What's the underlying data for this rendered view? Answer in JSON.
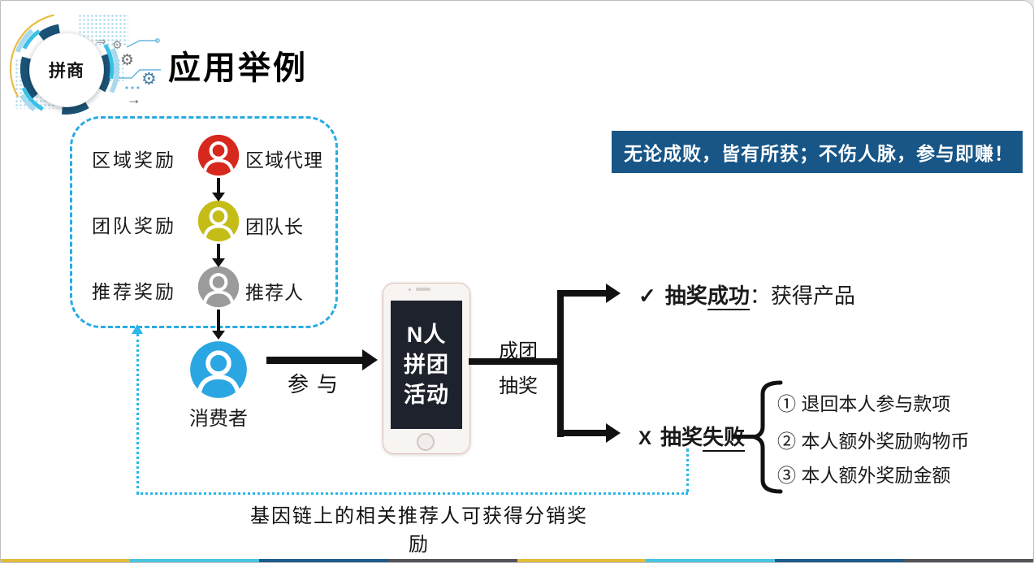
{
  "logo": {
    "badge": "拼商",
    "decoration_glyphs": [
      "⚙",
      "⇒",
      "→"
    ],
    "ring_colors": {
      "dark_blue": "#1b5377",
      "cyan": "#39c1e6",
      "light_blue": "#a9d9ee",
      "yellow": "#e9bc44"
    }
  },
  "header": {
    "title": "应用举例"
  },
  "banner": {
    "text": "无论成败，皆有所获；不伤人脉，参与即赚！",
    "bg": "#175687"
  },
  "reward_box": {
    "border_color": "#29abe2",
    "rows": [
      {
        "reward_label": "区域奖励",
        "role_label": "区域代理",
        "color": "#d7281d"
      },
      {
        "reward_label": "团队奖励",
        "role_label": "团队长",
        "color": "#c4bc17"
      },
      {
        "reward_label": "推荐奖励",
        "role_label": "推荐人",
        "color": "#9b9b9b"
      }
    ]
  },
  "consumer": {
    "label": "消费者",
    "color": "#2aa7e2"
  },
  "flow": {
    "participate_label": "参与",
    "phone_screen_lines": [
      "N人",
      "拼团",
      "活动"
    ],
    "branch_top_label": "成团",
    "branch_bottom_label": "抽奖"
  },
  "outcomes": {
    "success": {
      "mark": "✓",
      "label_plain": "抽奖",
      "label_underlined": "成功",
      "suffix": "：获得产品"
    },
    "failure": {
      "mark": "X",
      "label_plain": "抽奖",
      "label_underlined": "失败",
      "items": [
        "① 退回本人参与款项",
        "② 本人额外奖励购物币",
        "③ 本人额外奖励金额"
      ]
    }
  },
  "feedback": {
    "note": "基因链上的相关推荐人可获得分销奖励",
    "line_color": "#2bb7e8"
  },
  "footer": {
    "stripe_colors": [
      "#e2bc3b",
      "#4ac5df",
      "#1e5c8d",
      "#55565a",
      "#e2bc3b",
      "#4ac5df",
      "#1e5c8d",
      "#55565a"
    ]
  }
}
